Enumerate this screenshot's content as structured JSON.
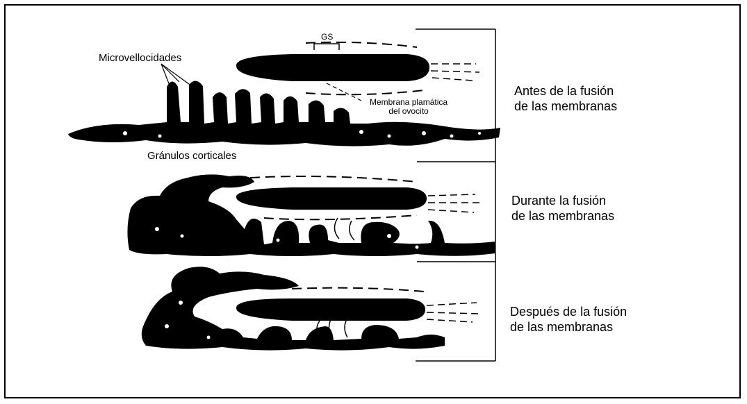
{
  "labels": {
    "microvellocidades": "Microvellocidades",
    "gs": "GS",
    "membrana_line1": "Membrana plamática",
    "membrana_line2": "del ovocito",
    "granulos": "Gránulos corticales"
  },
  "stages": [
    {
      "line1": "Antes de la fusión",
      "line2": "de las membranas"
    },
    {
      "line1": "Durante la fusión",
      "line2": "de las membranas"
    },
    {
      "line1": "Después de la fusión",
      "line2": "de las membranas"
    }
  ],
  "colors": {
    "ink": "#000000",
    "background": "#ffffff"
  }
}
